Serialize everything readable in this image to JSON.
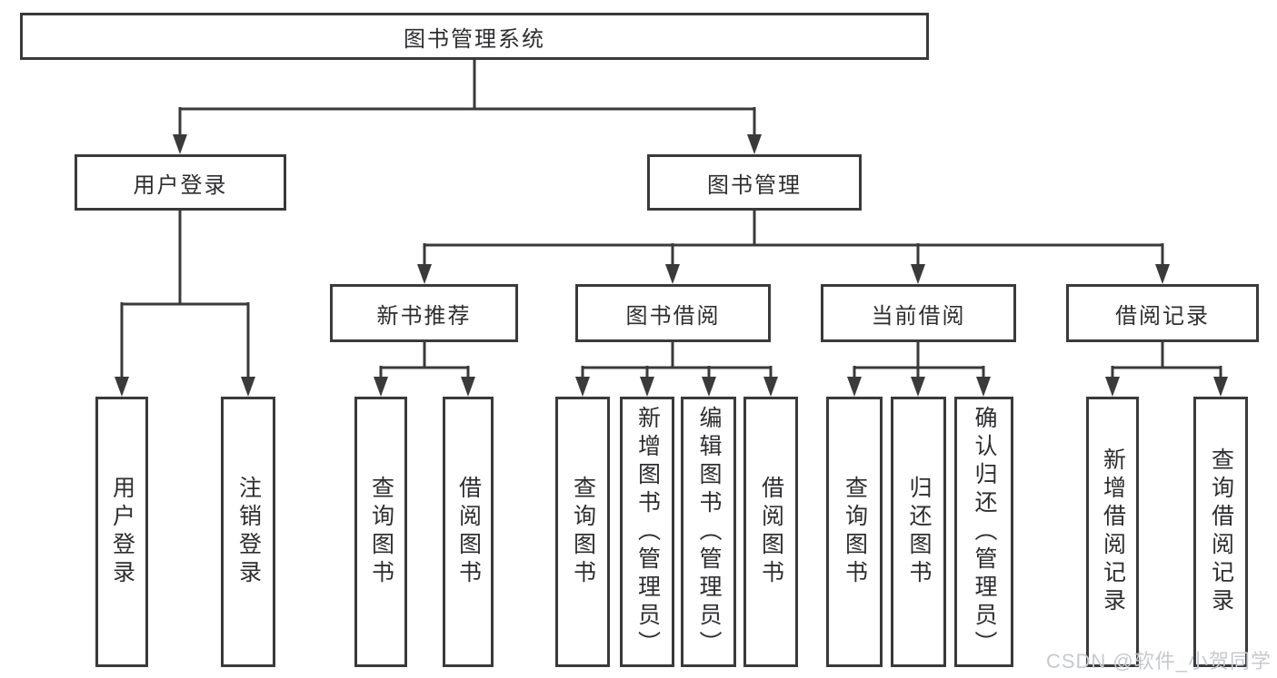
{
  "diagram": {
    "root": {
      "label": "图书管理系统"
    },
    "branches": [
      {
        "label": "用户登录",
        "children": [
          {
            "label": "用户登录"
          },
          {
            "label": "注销登录"
          }
        ]
      },
      {
        "label": "图书管理",
        "sections": [
          {
            "label": "新书推荐",
            "children": [
              {
                "label": "查询图书"
              },
              {
                "label": "借阅图书"
              }
            ]
          },
          {
            "label": "图书借阅",
            "children": [
              {
                "label": "查询图书"
              },
              {
                "label": "新增图书（管理员）"
              },
              {
                "label": "编辑图书（管理员）"
              },
              {
                "label": "借阅图书"
              }
            ]
          },
          {
            "label": "当前借阅",
            "children": [
              {
                "label": "查询图书"
              },
              {
                "label": "归还图书"
              },
              {
                "label": "确认归还（管理员）"
              }
            ]
          },
          {
            "label": "借阅记录",
            "children": [
              {
                "label": "新增借阅记录"
              },
              {
                "label": "查询借阅记录"
              }
            ]
          }
        ]
      }
    ]
  },
  "watermark": {
    "text": "CSDN @软件_小贺同学"
  },
  "colors": {
    "line": "#3a3a3c",
    "text": "#2e2e31",
    "watermark": "#c6c9d1"
  }
}
